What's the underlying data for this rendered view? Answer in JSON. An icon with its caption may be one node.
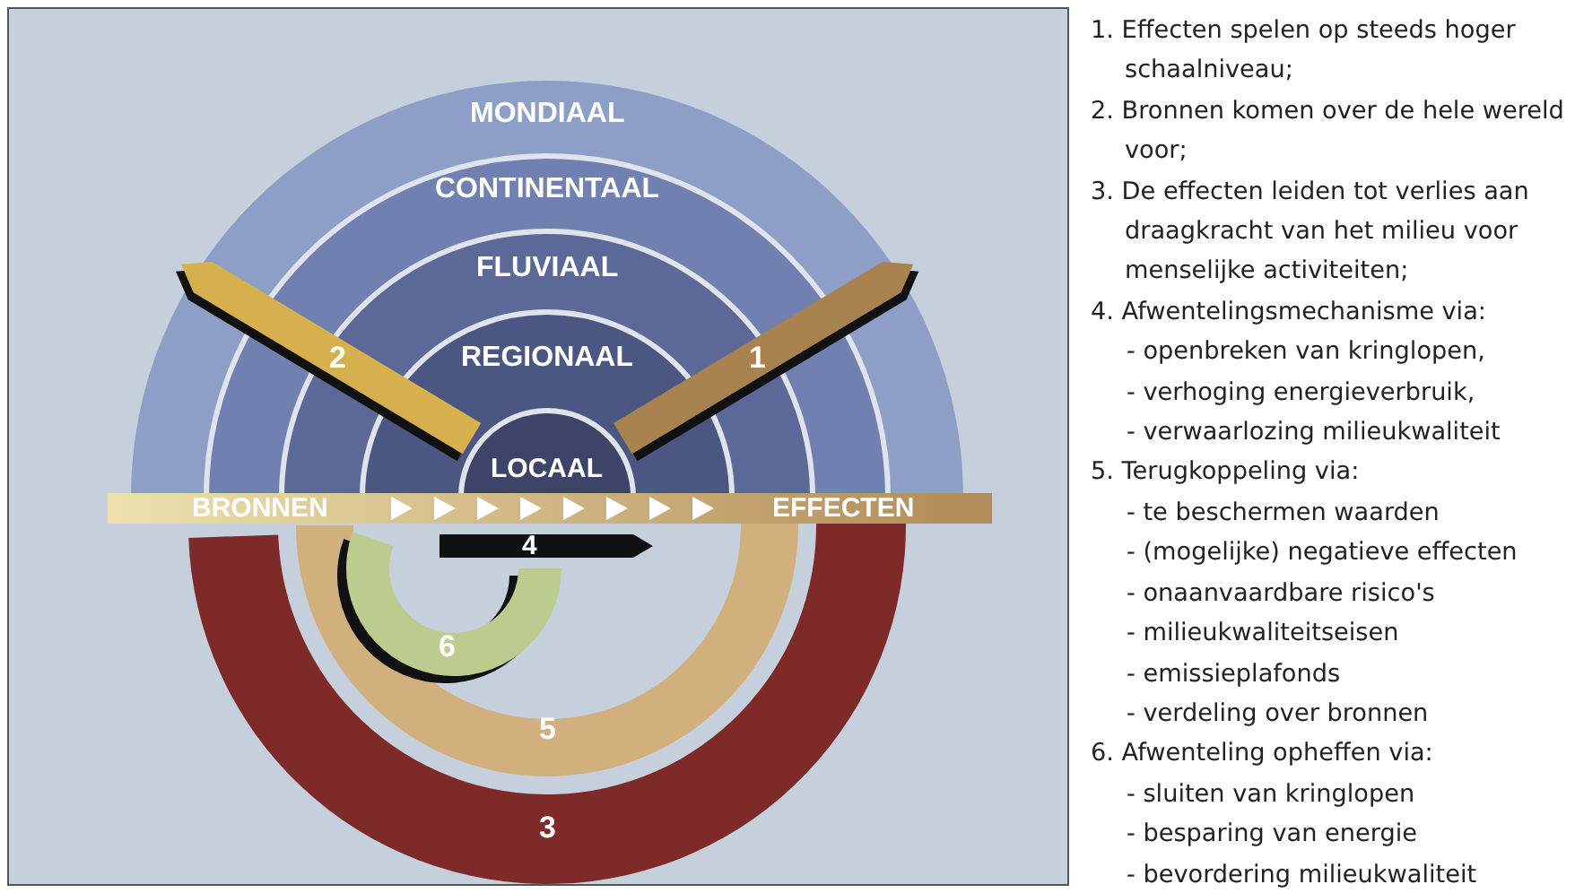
{
  "diagram": {
    "nodes": [
      {
        "text": [
          "MONDIAAL"
        ]
      },
      {
        "text": [
          "CONTINENTAAL"
        ],
        "in": 0
      },
      {
        "text": [
          "FLUVIAAL"
        ],
        "in": 1
      },
      {
        "text": [
          "REGIONAAL"
        ],
        "in": 2
      },
      {
        "text": [
          "LOCAAL"
        ],
        "in": 3
      },
      {
        "text": [
          "BRONNEN",
          "EFFECTEN"
        ]
      },
      {
        "text": [
          "2"
        ],
        "in": 0
      },
      {
        "text": [
          "1"
        ],
        "in": 0
      },
      {
        "text": [
          "4"
        ]
      },
      {
        "text": [
          "6"
        ]
      },
      {
        "text": [
          "5"
        ]
      },
      {
        "text": [
          "3"
        ]
      }
    ],
    "labels": [
      "1. Effecten spelen op steeds hoger schaalniveau;",
      "2. Bronnen komen over de hele wereld voor;",
      "3. De effecten leiden tot verlies aan draagkracht van het milieu voor menselijke activiteiten;",
      "4. Afwentelingsmechanisme via:",
      "- openbreken van kringlopen,",
      "- verhoging energieverbruik,",
      "- verwaarlozing milieukwaliteit",
      "5. Terugkoppeling via:",
      "- te beschermen waarden",
      "- (mogelijke) negatieve effecten",
      "- onaanvaardbare risico's",
      "- milieukwaliteitseisen",
      "- emissieplafonds",
      "- verdeling over bronnen",
      "6. Afwenteling opheffen via:",
      "- sluiten van kringlopen",
      "- besparing van energie",
      "- bevordering milieukwaliteit"
    ]
  }
}
